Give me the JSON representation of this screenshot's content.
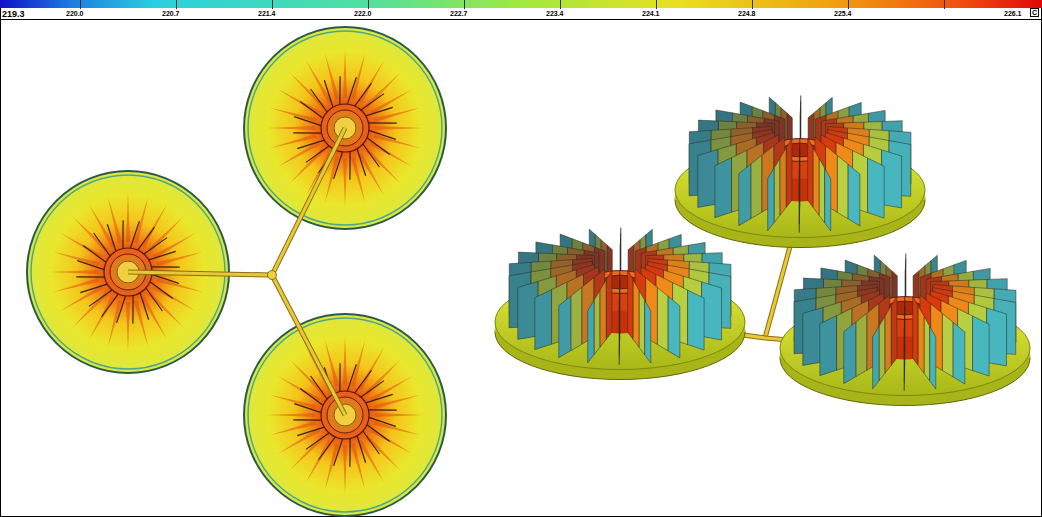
{
  "diagram": {
    "labels": [
      "219.3",
      "220.0",
      "220.7",
      "221.4",
      "222.0",
      "222.7",
      "223.4",
      "224.1",
      "224.8",
      "225.4",
      "226.1",
      "C"
    ]
  }
}
